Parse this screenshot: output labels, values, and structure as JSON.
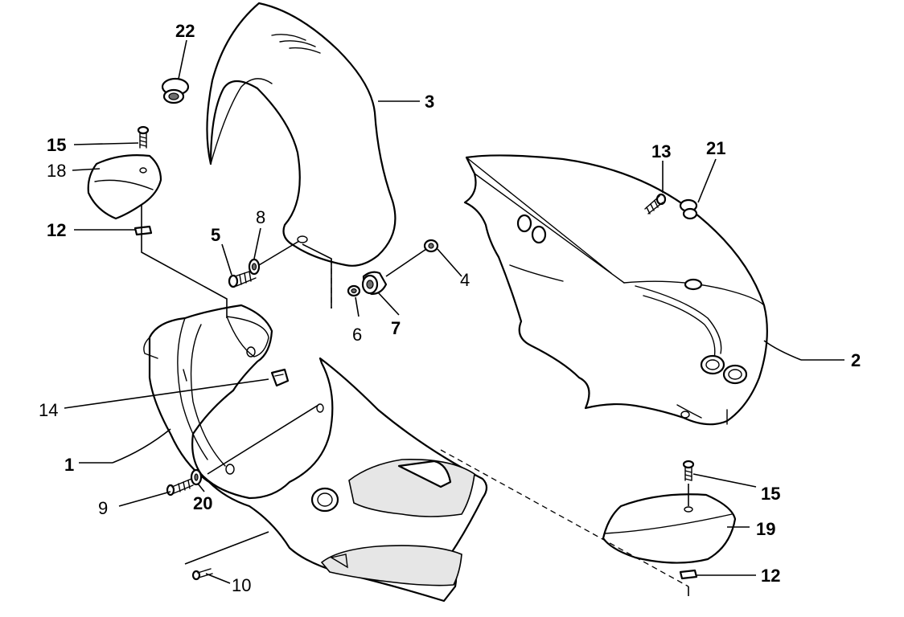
{
  "callouts": {
    "c1": "1",
    "c2": "2",
    "c3": "3",
    "c4": "4",
    "c5": "5",
    "c6": "6",
    "c7": "7",
    "c8": "8",
    "c9": "9",
    "c10": "10",
    "c12a": "12",
    "c12b": "12",
    "c13": "13",
    "c14": "14",
    "c15a": "15",
    "c15b": "15",
    "c18": "18",
    "c19": "19",
    "c20": "20",
    "c21": "21",
    "c22": "22"
  }
}
